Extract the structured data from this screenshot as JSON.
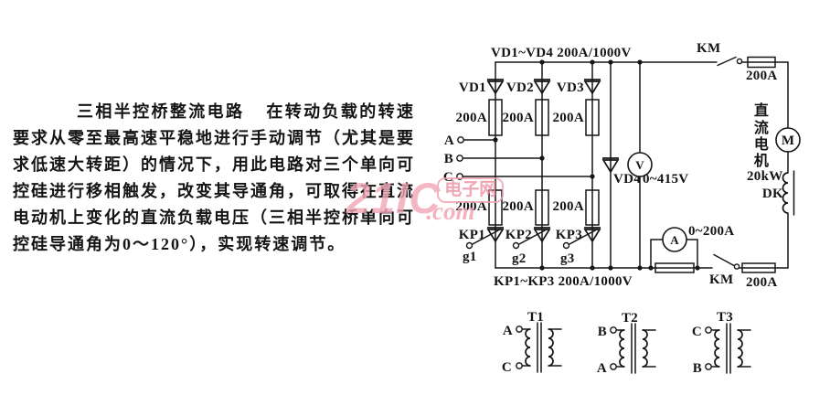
{
  "description": {
    "title": "三相半控桥整流电路",
    "body": "在转动负载的转速要求从零至最高速平稳地进行手动调节（尤其是要求低速大转距）的情况下，用此电路对三个单向可控硅进行移相触发，改变其导通角，可取得在直流电动机上变化的直流负载电压（三相半控桥单向可控硅导通角为0～120°），实现转速调节。"
  },
  "watermark": {
    "logo": "21IC",
    "site": "电子网",
    "com": ".com"
  },
  "circuit": {
    "ink": "#161616",
    "top_group_label": "VD1~VD4  200A/1000V",
    "bottom_group_label": "KP1~KP3  200A/1000V",
    "phase_inputs": [
      "A",
      "B",
      "C"
    ],
    "branches": [
      {
        "diode": "VD1",
        "upper_fuse": "200A",
        "lower_fuse": "200A",
        "thyristor": "KP1",
        "gate": "g1"
      },
      {
        "diode": "VD2",
        "upper_fuse": "200A",
        "lower_fuse": "200A",
        "thyristor": "KP2",
        "gate": "g2"
      },
      {
        "diode": "VD3",
        "upper_fuse": "200A",
        "lower_fuse": "200A",
        "thyristor": "KP3",
        "gate": "g3"
      }
    ],
    "freewheel_diode": "VD4",
    "voltmeter": {
      "symbol": "V",
      "range": "0~415V"
    },
    "ammeter": {
      "symbol": "A",
      "range": "0~200A"
    },
    "contactor_top": "KM",
    "contactor_bottom": "KM",
    "fuse_top_right": "200A",
    "fuse_bottom_right": "200A",
    "motor": {
      "symbol": "M",
      "name_chars": [
        "直",
        "流",
        "电",
        "机"
      ],
      "power": "20kW"
    },
    "reactor": "DK",
    "transformers": [
      {
        "name": "T1",
        "top": "A",
        "bottom": "C"
      },
      {
        "name": "T2",
        "top": "B",
        "bottom": "A"
      },
      {
        "name": "T3",
        "top": "C",
        "bottom": "B"
      }
    ]
  }
}
